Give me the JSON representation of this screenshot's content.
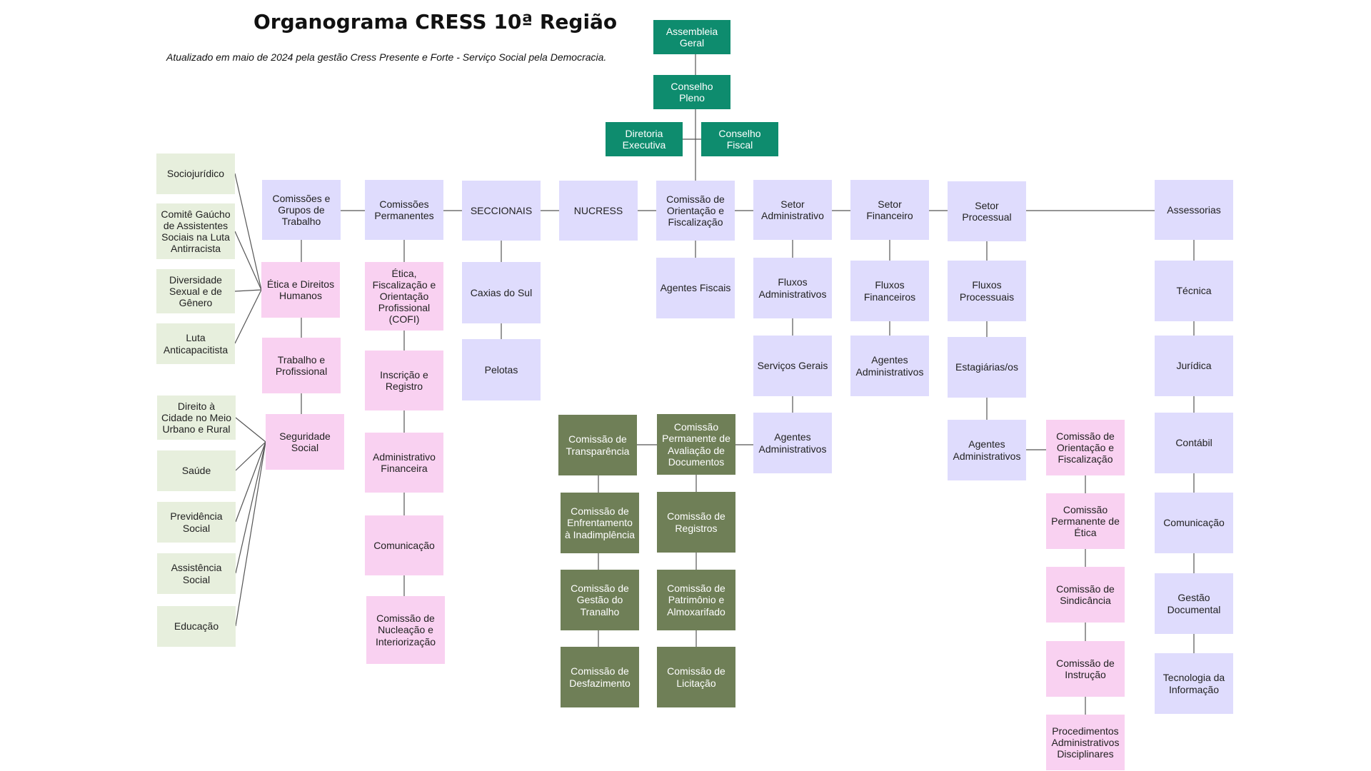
{
  "title": "Organograma CRESS 10ª Região",
  "subtitle": "Atualizado em maio de 2024 pela gestão Cress Presente e Forte - Serviço Social pela Democracia.",
  "colors": {
    "teal": "#0e8c6e",
    "lavender": "#dfdcfd",
    "pink": "#f9d1f1",
    "mint": "#e7efdd",
    "olive": "#6f7f57",
    "line": "#555555"
  },
  "top": {
    "assembleia": "Assembleia\nGeral",
    "conselho_pleno": "Conselho\nPleno",
    "diretoria": "Diretoria\nExecutiva",
    "conselho_fiscal": "Conselho\nFiscal"
  },
  "row": {
    "comissoes_gt": "Comissões e\nGrupos de\nTrabalho",
    "comissoes_perm": "Comissões\nPermanentes",
    "seccionais": "SECCIONAIS",
    "nucress": "NUCRESS",
    "cof": "Comissão de\nOrientação e\nFiscalização",
    "setor_adm": "Setor\nAdministrativo",
    "setor_fin": "Setor\nFinanceiro",
    "setor_proc": "Setor\nProcessual",
    "assessorias": "Assessorias"
  },
  "gt": {
    "etica_dh": "Ética e Direitos\nHumanos",
    "trabalho": "Trabalho e\nProfissional",
    "seguridade": "Seguridade\nSocial"
  },
  "gt_topics_a": [
    "Sociojurídico",
    "Comitê Gaúcho\nde Assistentes\nSociais na Luta\nAntirracista",
    "Diversidade\nSexual e de\nGênero",
    "Luta\nAnticapacitista"
  ],
  "gt_topics_b": [
    "Direito à\nCidade no Meio\nUrbano e Rural",
    "Saúde",
    "Previdência\nSocial",
    "Assistência\nSocial",
    "Educação"
  ],
  "perm": [
    "Ética,\nFiscalização e\nOrientação\nProfissional\n(COFI)",
    "Inscrição e\nRegistro",
    "Administrativo\nFinanceira",
    "Comunicação",
    "Comissão de\nNucleação e\nInteriorização"
  ],
  "seccionais": [
    "Caxias do Sul",
    "Pelotas"
  ],
  "agentes_fiscais": "Agentes Fiscais",
  "adm": [
    "Fluxos\nAdministrativos",
    "Serviços Gerais",
    "Agentes\nAdministrativos"
  ],
  "fin": [
    "Fluxos\nFinanceiros",
    "Agentes\nAdministrativos"
  ],
  "proc": [
    "Fluxos\nProcessuais",
    "Estagiárias/os",
    "Agentes\nAdministrativos"
  ],
  "proc_side": [
    "Comissão de\nOrientação e\nFiscalização",
    "Comissão\nPermanente de\nÉtica",
    "Comissão de\nSindicância",
    "Comissão de\nInstrução",
    "Procedimentos\nAdministrativos\nDisciplinares"
  ],
  "assess": [
    "Técnica",
    "Jurídica",
    "Contábil",
    "Comunicação",
    "Gestão\nDocumental",
    "Tecnologia da\nInformação"
  ],
  "olive_a": [
    "Comissão de\nTransparência",
    "Comissão de\nEnfrentamento\nà Inadimplência",
    "Comissão de\nGestão do\nTranalho",
    "Comissão de\nDesfazimento"
  ],
  "olive_b": [
    "Comissão\nPermanente de\nAvaliação de\nDocumentos",
    "Comissão de\nRegistros",
    "Comissão de\nPatrimônio e\nAlmoxarifado",
    "Comissão de\nLicitação"
  ]
}
